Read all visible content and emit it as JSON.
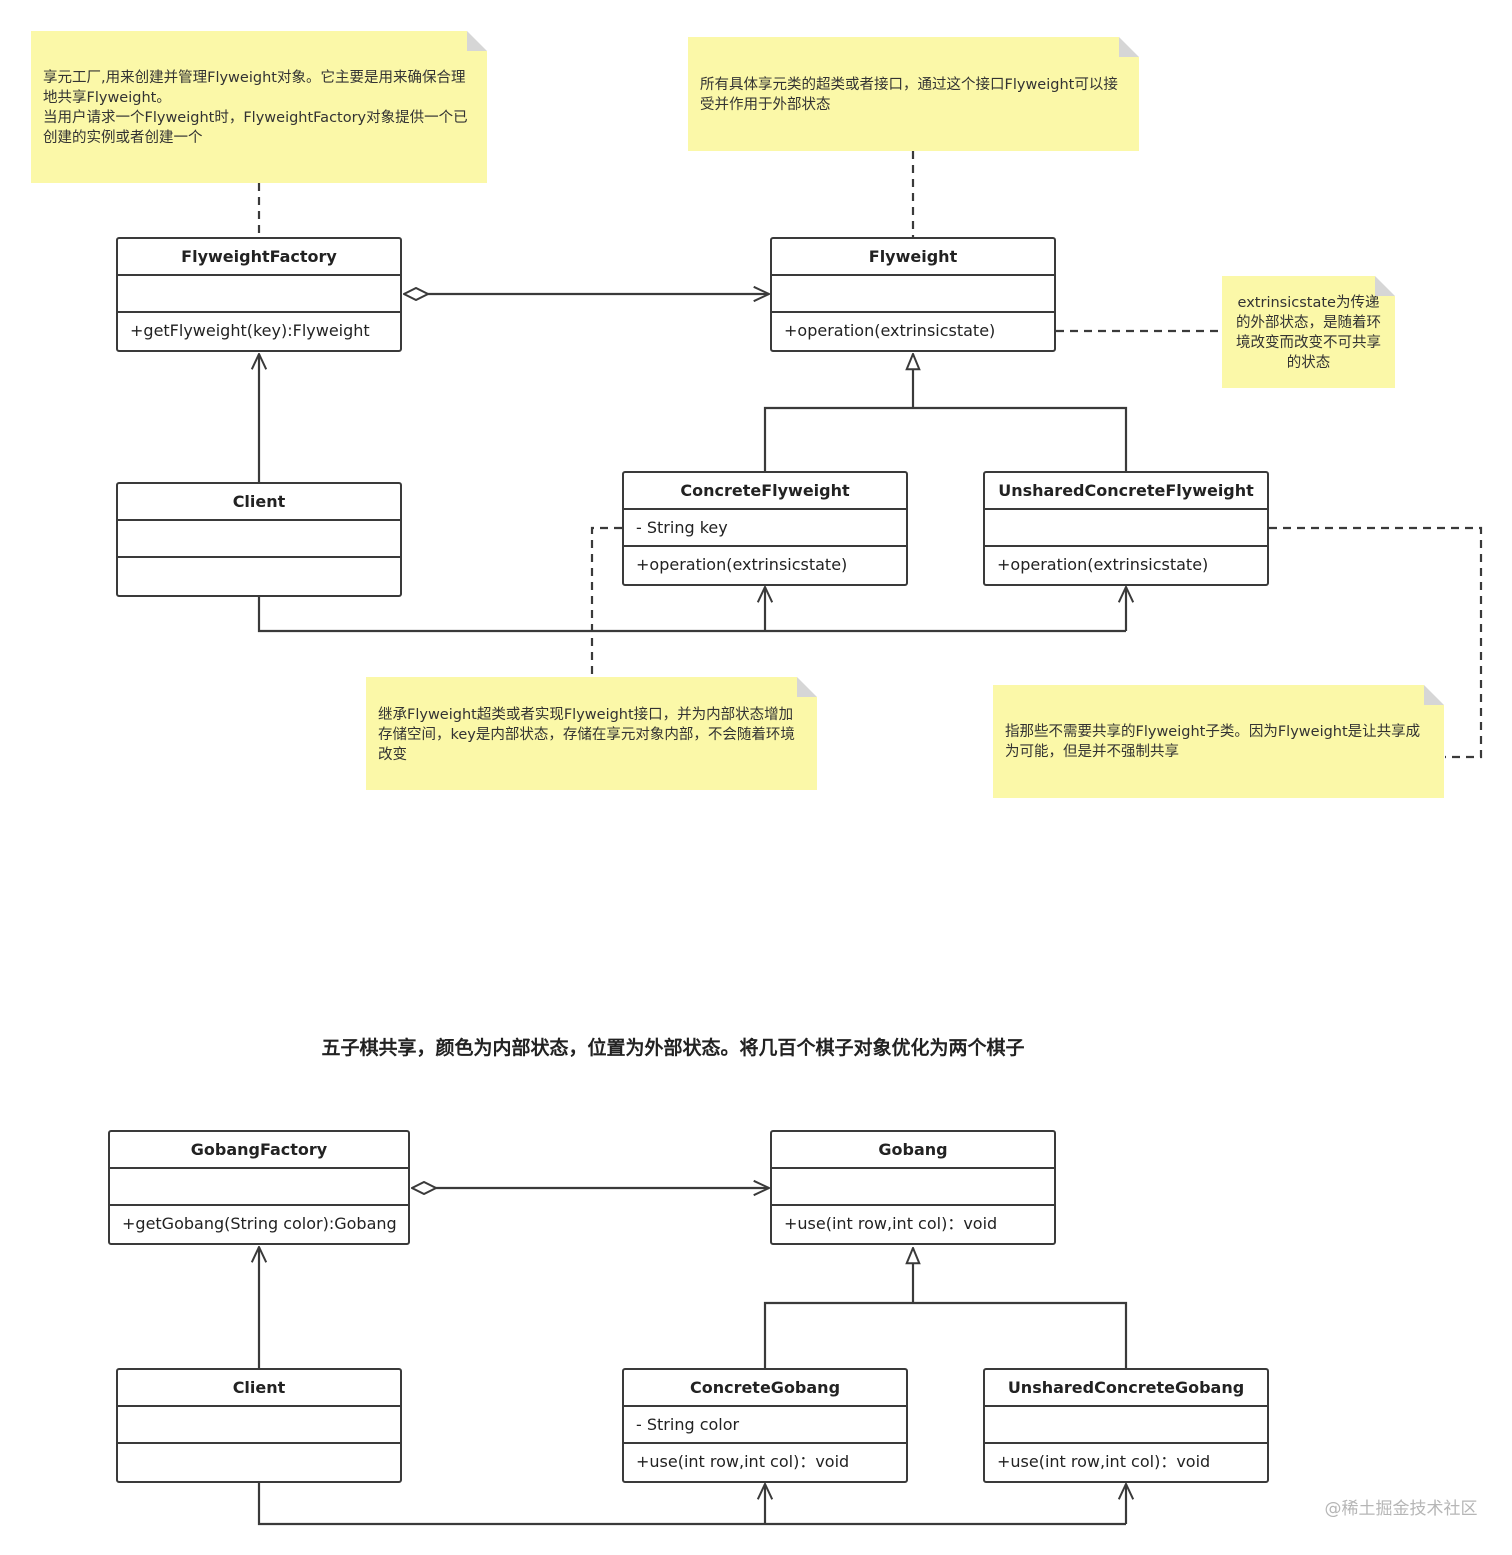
{
  "upper": {
    "factory": {
      "name": "FlyweightFactory",
      "attributes": "",
      "methods": "+getFlyweight(key):Flyweight"
    },
    "flyweight": {
      "name": "Flyweight",
      "attributes": "",
      "methods": "+operation(extrinsicstate)"
    },
    "client": {
      "name": "Client",
      "attributes": "",
      "methods": ""
    },
    "concrete": {
      "name": "ConcreteFlyweight",
      "attributes": "- String key",
      "methods": "+operation(extrinsicstate)"
    },
    "unshared": {
      "name": "UnsharedConcreteFlyweight",
      "attributes": "",
      "methods": "+operation(extrinsicstate)"
    },
    "notes": {
      "factory": "享元工厂,用来创建并管理Flyweight对象。它主要是用来确保合理地共享Flyweight。\n当用户请求一个Flyweight时，FlyweightFactory对象提供一个已创建的实例或者创建一个",
      "flyweight": "所有具体享元类的超类或者接口，通过这个接口Flyweight可以接受并作用于外部状态",
      "extrinsic": "extrinsicstate为传递的外部状态，是随着环境改变而改变不可共享的状态",
      "concrete": "继承Flyweight超类或者实现Flyweight接口，并为内部状态增加存储空间，key是内部状态，存储在享元对象内部，不会随着环境改变",
      "unshared": "指那些不需要共享的Flyweight子类。因为Flyweight是让共享成为可能，但是并不强制共享"
    }
  },
  "heading": "五子棋共享，颜色为内部状态，位置为外部状态。将几百个棋子对象优化为两个棋子",
  "lower": {
    "factory": {
      "name": "GobangFactory",
      "attributes": "",
      "methods": "+getGobang(String color):Gobang"
    },
    "gobang": {
      "name": "Gobang",
      "attributes": "",
      "methods": "+use(int row,int col)：void"
    },
    "client": {
      "name": "Client",
      "attributes": "",
      "methods": ""
    },
    "concrete": {
      "name": "ConcreteGobang",
      "attributes": "- String color",
      "methods": "+use(int row,int col)：void"
    },
    "unshared": {
      "name": "UnsharedConcreteGobang",
      "attributes": "",
      "methods": "+use(int row,int col)：void"
    }
  },
  "watermark": "@稀土掘金技术社区",
  "colors": {
    "note_fill": "#fbf8a8",
    "line": "#3a3a3a",
    "box_border": "#3a3a3a"
  }
}
